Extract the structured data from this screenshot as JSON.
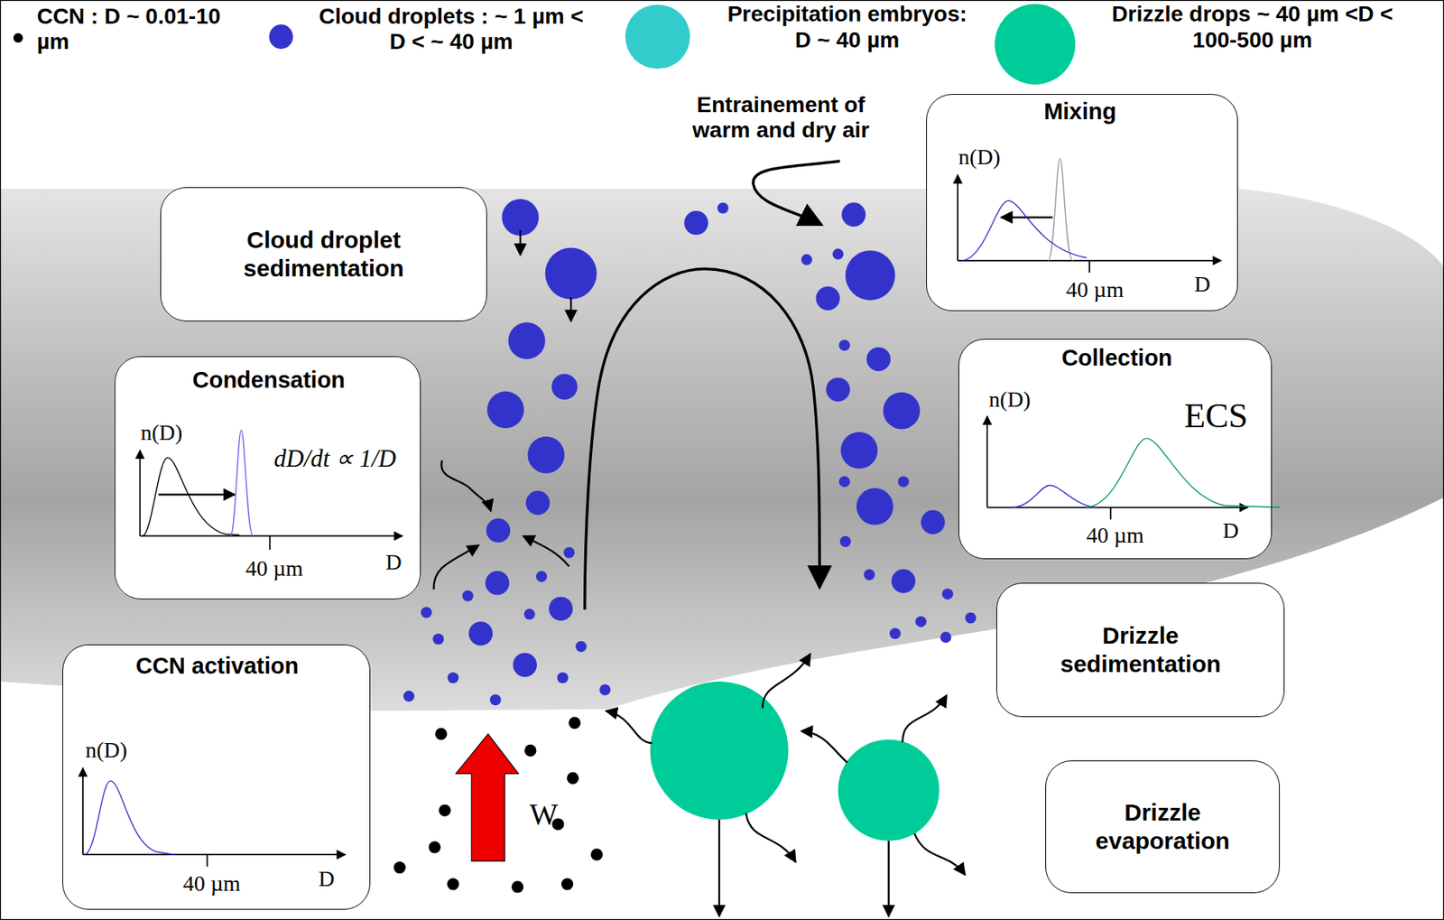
{
  "diagram": {
    "nodes": [
      {
        "text": [
          "Cloud droplet sedimentation"
        ]
      },
      {
        "text": [
          "Condensation",
          "n(D)",
          "dD/dt ∝ 1/D",
          "40 µm",
          "D"
        ]
      },
      {
        "text": [
          "CCN activation",
          "n(D)",
          "40 µm",
          "D"
        ]
      },
      {
        "text": [
          "Mixing",
          "n(D)",
          "40 µm",
          "D"
        ]
      },
      {
        "text": [
          "Collection",
          "n(D)",
          "ECS",
          "40 µm",
          "D"
        ]
      },
      {
        "text": [
          "Drizzle sedimentation"
        ]
      },
      {
        "text": [
          "Drizzle evaporation"
        ]
      }
    ],
    "labels": [
      "Entrainement of warm and dry air",
      "W"
    ],
    "legend": [
      {
        "text": "CCN : D ~ 0.01-10 µm",
        "color": "#000000"
      },
      {
        "text": "Cloud droplets : ~ 1 µm < D < ~ 40 µm",
        "color": "#3333cc"
      },
      {
        "text": "Precipitation embryos: D ~ 40 µm",
        "color": "#33cccc"
      },
      {
        "text": "Drizzle drops ~ 40 µm <D < 100-500 µm",
        "color": "#00cc99"
      }
    ]
  }
}
